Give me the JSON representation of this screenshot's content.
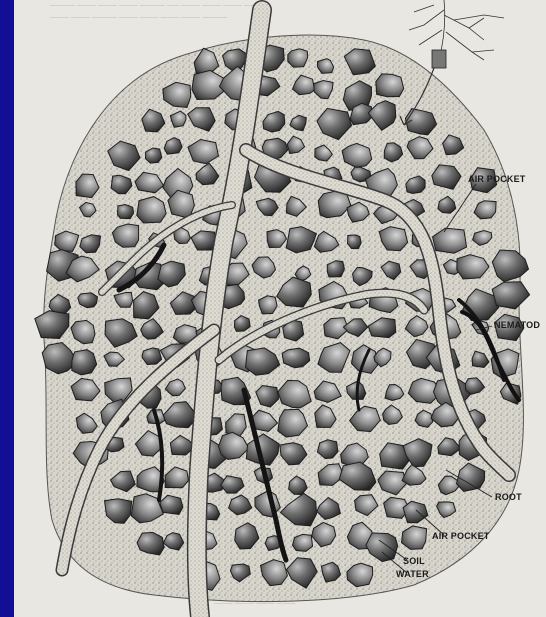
{
  "figure": {
    "labels": {
      "air_pocket_top": "AIR POCKET",
      "nematode": "NEMATOD",
      "root": "ROOT",
      "air_pocket_bottom": "AIR POCKET",
      "soil": "SOIL",
      "water": "WATER"
    },
    "colors": {
      "frame": "#120e96",
      "paper": "#e9e7e1",
      "ink": "#1b1b1b",
      "rock_dark": "#2e2e2e",
      "rock_light": "#8f8f8f",
      "soil_fill": "#cfccc4"
    }
  }
}
